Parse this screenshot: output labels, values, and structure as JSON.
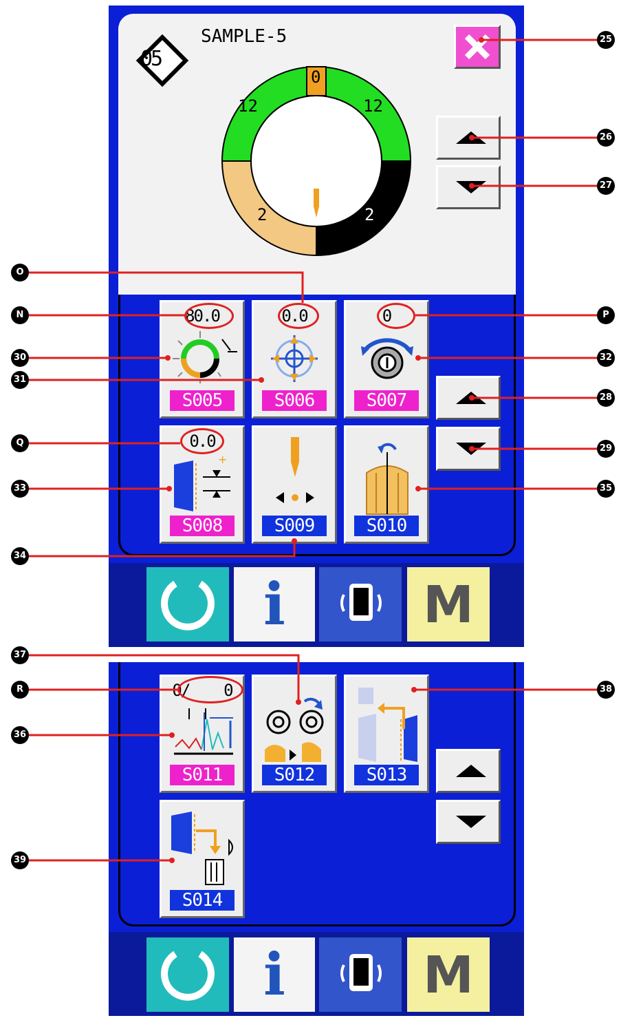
{
  "screen1": {
    "pattern_no": "05",
    "pattern_name": "SAMPLE-5",
    "ring_labels": {
      "top": "0",
      "upper_left": "12",
      "upper_right": "12",
      "lower_left": "2",
      "lower_right": "2"
    },
    "colors": {
      "green": "#22dd22",
      "tan": "#f3c883",
      "black": "#000000",
      "orange": "#f0a020",
      "close_pink": "#f050d0",
      "panel_blue": "#0b1fd6"
    },
    "buttons": [
      {
        "value": "80.0",
        "label": "S005",
        "label_color": "#ee22cc"
      },
      {
        "value": "0.0",
        "label": "S006",
        "label_color": "#ee22cc"
      },
      {
        "value": "0",
        "label": "S007",
        "label_color": "#ee22cc"
      },
      {
        "value": "0.0",
        "label": "S008",
        "label_color": "#ee22cc"
      },
      {
        "value": "",
        "label": "S009",
        "label_color": "#1133dd"
      },
      {
        "value": "",
        "label": "S010",
        "label_color": "#1133dd"
      }
    ]
  },
  "screen2": {
    "buttons": [
      {
        "value": "0/    0",
        "label": "S011",
        "label_color": "#ee22cc"
      },
      {
        "value": "",
        "label": "S012",
        "label_color": "#1133dd"
      },
      {
        "value": "",
        "label": "S013",
        "label_color": "#1133dd"
      },
      {
        "value": "",
        "label": "S014",
        "label_color": "#1133dd"
      }
    ]
  },
  "toolbar": {
    "mode_label": "M",
    "info_label": "i"
  },
  "callouts": {
    "c25": "25",
    "c26": "26",
    "c27": "27",
    "c28": "28",
    "c29": "29",
    "c30": "30",
    "c31": "31",
    "c32": "32",
    "c33": "33",
    "c34": "34",
    "c35": "35",
    "c36": "36",
    "c37": "37",
    "c38": "38",
    "c39": "39",
    "cN": "N",
    "cO": "O",
    "cP": "P",
    "cQ": "Q",
    "cR": "R"
  }
}
